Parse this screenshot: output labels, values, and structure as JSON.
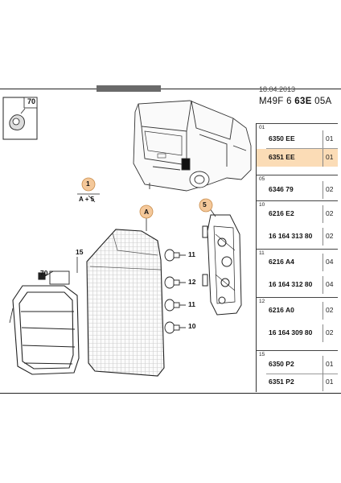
{
  "header": {
    "date": "18.04.2013",
    "code_prefix": "M49F 6 ",
    "code_bold": "63E",
    "code_suffix": " 05A"
  },
  "part_groups": [
    {
      "num": "01",
      "rows": [
        {
          "ref": "6350 EE",
          "qty": "01",
          "highlight": false
        },
        {
          "ref": "6351 EE",
          "qty": "01",
          "highlight": true
        }
      ]
    },
    {
      "num": "05",
      "rows": [
        {
          "ref": "6346 79",
          "qty": "02",
          "highlight": false
        }
      ]
    },
    {
      "num": "10",
      "rows": [
        {
          "ref": "6216 E2",
          "qty": "02",
          "highlight": false
        },
        {
          "ref": "16 164 313 80",
          "qty": "02",
          "highlight": false
        }
      ]
    },
    {
      "num": "11",
      "rows": [
        {
          "ref": "6216 A4",
          "qty": "04",
          "highlight": false
        },
        {
          "ref": "16 164 312 80",
          "qty": "04",
          "highlight": false
        }
      ]
    },
    {
      "num": "12",
      "rows": [
        {
          "ref": "6216 A0",
          "qty": "02",
          "highlight": false
        },
        {
          "ref": "16 164 309 80",
          "qty": "02",
          "highlight": false
        }
      ]
    },
    {
      "num": "15",
      "rows": [
        {
          "ref": "6350 P2",
          "qty": "01",
          "highlight": false
        },
        {
          "ref": "6351 P2",
          "qty": "01",
          "highlight": false
        }
      ]
    }
  ],
  "callouts": {
    "box70": "70",
    "c1": "1",
    "c1_sub": "A + 5",
    "cA": "A",
    "c5": "5",
    "c15": "15",
    "c70": "70",
    "c11a": "11",
    "c12": "12",
    "c11b": "11",
    "c10": "10"
  },
  "colors": {
    "highlight": "#fbdcb6",
    "callout_fill": "#f4c89a",
    "line": "#222222"
  }
}
